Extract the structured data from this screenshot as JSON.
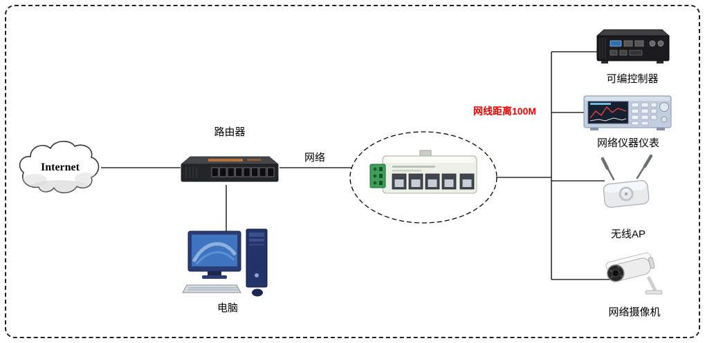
{
  "colors": {
    "annotation_red": "#e60000",
    "line": "#000000",
    "terminal_green": "#3f9e57"
  },
  "nodes": {
    "internet": {
      "label": "Internet"
    },
    "router": {
      "label": "路由器"
    },
    "computer": {
      "label": "电脑"
    },
    "switch": {
      "label": ""
    },
    "controller": {
      "label": "可编控制器"
    },
    "instrument": {
      "label": "网络仪器仪表"
    },
    "wireless_ap": {
      "label": "无线AP"
    },
    "camera": {
      "label": "网络摄像机"
    }
  },
  "edges": {
    "router_switch": {
      "label": "网络"
    }
  },
  "annotations": {
    "cable_distance": {
      "text": "网线距离100M"
    }
  }
}
